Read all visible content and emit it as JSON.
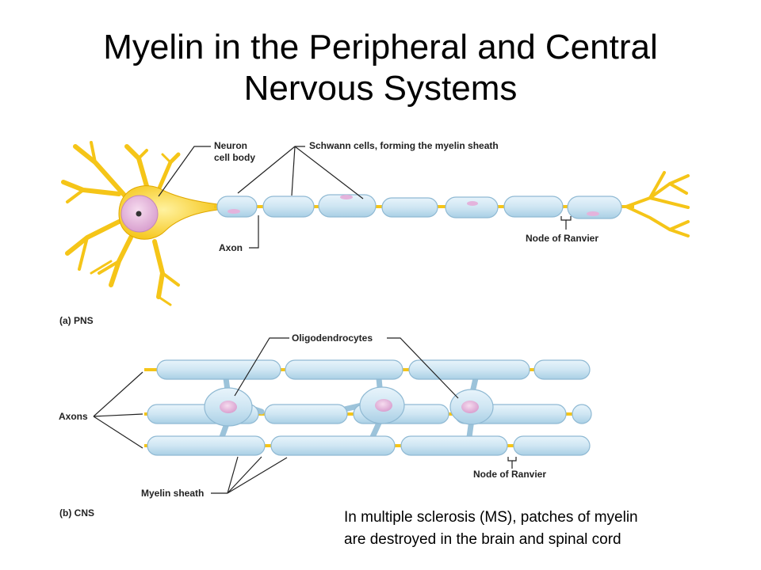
{
  "slide": {
    "title_line1": "Myelin in the Peripheral and Central",
    "title_line2": "Nervous Systems",
    "caption_line1": "In multiple sclerosis (MS), patches of myelin",
    "caption_line2": "are destroyed in the brain and spinal cord"
  },
  "pns": {
    "panel_label": "(a) PNS",
    "neuron_cell_body_line1": "Neuron",
    "neuron_cell_body_line2": "cell body",
    "schwann_cells": "Schwann cells, forming the myelin sheath",
    "axon": "Axon",
    "node_of_ranvier": "Node of Ranvier"
  },
  "cns": {
    "panel_label": "(b) CNS",
    "oligodendrocytes": "Oligodendrocytes",
    "axons": "Axons",
    "myelin_sheath": "Myelin sheath",
    "node_of_ranvier": "Node of Ranvier"
  },
  "colors": {
    "neuron": "#f5c518",
    "myelin": "#cfe6f3",
    "myelin_edge": "#8fb9d3",
    "nucleus": "#e4b3dc",
    "leader_line": "#222222"
  }
}
